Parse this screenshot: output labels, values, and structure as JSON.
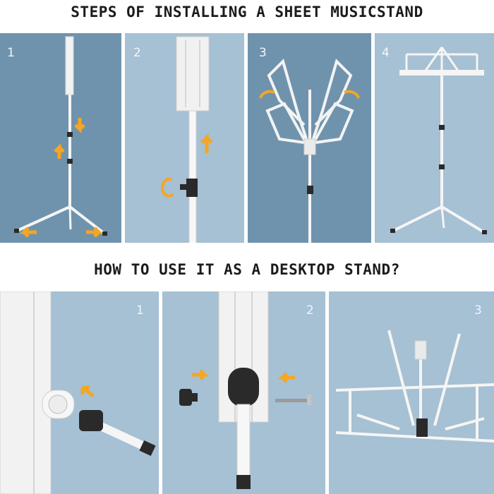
{
  "sections": [
    {
      "title": "STEPS OF INSTALLING A SHEET MUSICSTAND",
      "steps": [
        "1",
        "2",
        "3",
        "4"
      ]
    },
    {
      "title": "HOW TO USE IT AS A DESKTOP STAND?",
      "steps": [
        "1",
        "2",
        "3"
      ]
    }
  ],
  "colors": {
    "panel_dark": "#6f93ad",
    "panel_light": "#a6c0d4",
    "arrow": "#f5a623",
    "stand": "#ffffff",
    "knob": "#2a2a2a",
    "underline": "#a7c1d6"
  },
  "icons": [
    "arrow-icon",
    "rotate-icon"
  ]
}
